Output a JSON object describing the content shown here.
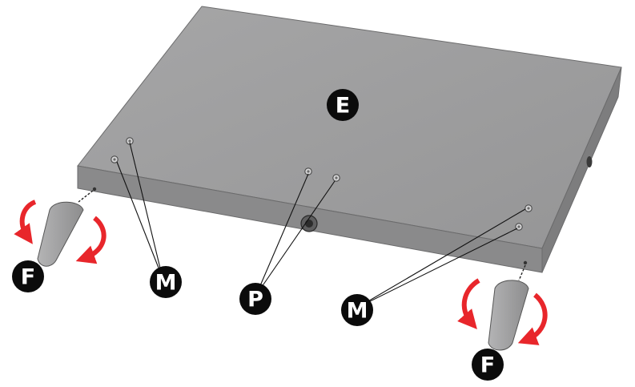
{
  "diagram": {
    "labels": {
      "panel": "E",
      "foot_left": "F",
      "foot_right": "F",
      "screws_left": "M",
      "screws_right": "M",
      "center_screws": "P"
    },
    "colors": {
      "panel_top": "#9d9d9e",
      "panel_front": "#8a8a8b",
      "panel_side": "#7d7d7e",
      "foot": "#9a9a9b",
      "rotation_arrow": "#e8262b",
      "badge": "#0b0b0b",
      "badge_text": "#ffffff",
      "leader_line": "#111111"
    },
    "icons": [
      "rotate-clockwise-arrow-icon",
      "rotate-counterclockwise-arrow-icon",
      "screw-icon"
    ]
  }
}
